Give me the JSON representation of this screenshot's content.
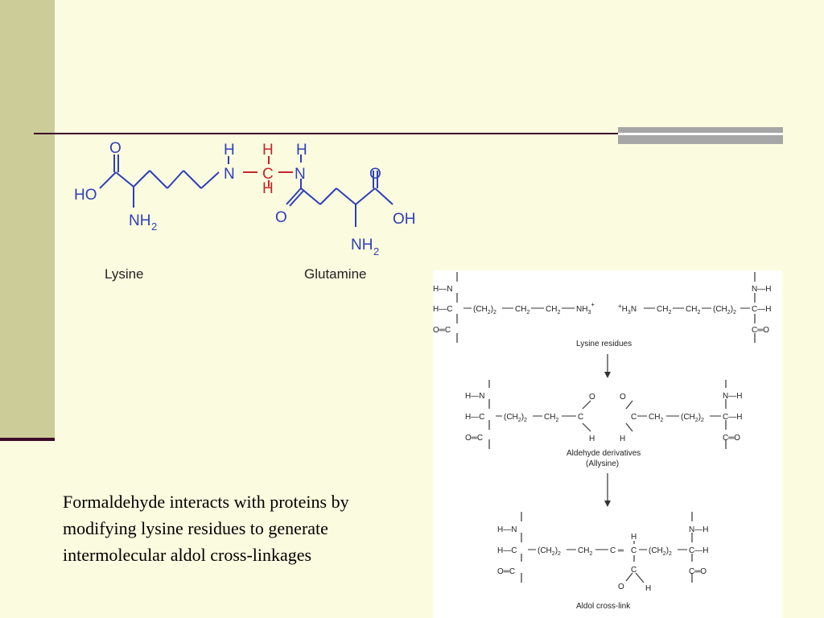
{
  "slide": {
    "colors": {
      "background": "#fbfbe0",
      "side_bar": "#cccc99",
      "rule": "#3c0a28",
      "accent": "#a6a6a6",
      "structure_blue": "#2e3fb8",
      "methylene_red": "#c0282a"
    },
    "caption_lines": [
      "Formaldehyde interacts with proteins by",
      "modifying lysine residues to generate",
      "intermolecular aldol cross-linkages"
    ]
  },
  "top_structure": {
    "atoms": {
      "o": "O",
      "ho": "HO",
      "nh2": "NH",
      "h": "H",
      "n": "N",
      "c": "C",
      "oh": "OH",
      "sub2": "2"
    },
    "labels": {
      "lysine": "Lysine",
      "glutamine": "Glutamine"
    }
  },
  "reaction": {
    "row1": {
      "hn_left": "H—N",
      "hc_left": "H—C",
      "oc_left": "O═C",
      "chain_left_a": "(CH",
      "chain_left_b": ")",
      "ch2": "CH",
      "nh3": "NH",
      "plus": "+",
      "h3n_plus": "+",
      "h3n": "H",
      "h3n_n": "N",
      "chain_right_a": "(CH",
      "chain_right_b": ")",
      "nh_right": "N—H",
      "ch_right": "C—H",
      "co_right": "C═O",
      "sub2": "2",
      "sub3": "3"
    },
    "label1": "Lysine residues",
    "row2": {
      "o": "O",
      "h": "H",
      "c": "C"
    },
    "label2_line1": "Aldehyde derivatives",
    "label2_line2": "(Allysine)",
    "row3": {
      "h": "H",
      "c": "C",
      "o": "O",
      "eq": "═"
    },
    "label3": "Aldol cross-link"
  }
}
